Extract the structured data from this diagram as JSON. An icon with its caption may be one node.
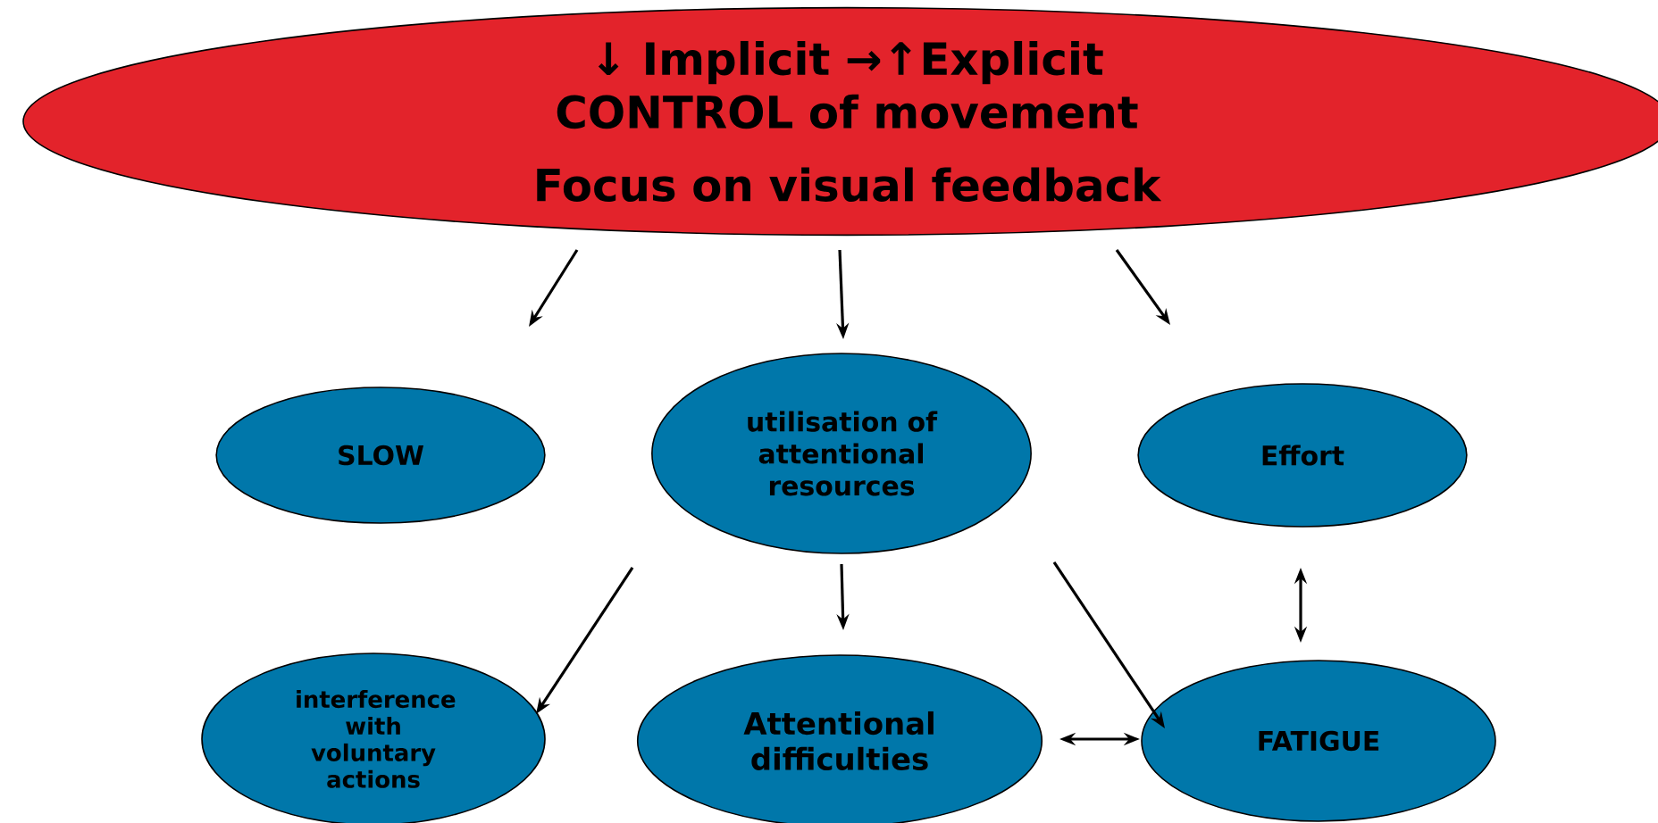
{
  "diagram": {
    "nodes": [
      {
        "text": [
          "↓ Implicit →↑Explicit CONTROL of movement",
          "Focus on visual feedback"
        ]
      },
      {
        "text": [
          "SLOW"
        ]
      },
      {
        "text": [
          "utilisation of attentional resources"
        ]
      },
      {
        "text": [
          "Effort"
        ]
      },
      {
        "text": [
          "interference with voluntary actions"
        ]
      },
      {
        "text": [
          "Attentional difficulties"
        ]
      },
      {
        "text": [
          "FATIGUE"
        ]
      }
    ],
    "edges": [
      {
        "from": 0,
        "to": 1,
        "arrow": "to"
      },
      {
        "from": 0,
        "to": 2,
        "arrow": "to"
      },
      {
        "from": 0,
        "to": 3,
        "arrow": "to"
      },
      {
        "from": 2,
        "to": 4,
        "arrow": "to"
      },
      {
        "from": 2,
        "to": 5,
        "arrow": "to"
      },
      {
        "from": 2,
        "to": 6,
        "arrow": "to"
      },
      {
        "from": 3,
        "to": 6,
        "arrow": "both"
      },
      {
        "from": 5,
        "to": 6,
        "arrow": "both"
      }
    ]
  }
}
